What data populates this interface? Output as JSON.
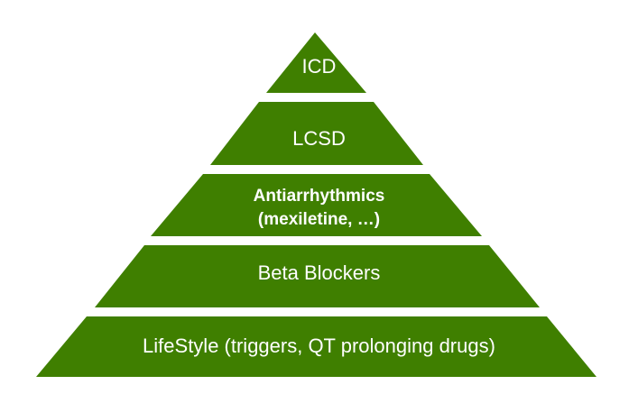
{
  "diagram": {
    "fill_color": "#3f7f00",
    "tiers": [
      {
        "id": "icd",
        "label": "ICD"
      },
      {
        "id": "lcsd",
        "label": "LCSD"
      },
      {
        "id": "antiarrhythmics",
        "label_line1": "Antiarrhythmics",
        "label_line2": "(mexiletine, …)"
      },
      {
        "id": "beta-blockers",
        "label": "Beta Blockers"
      },
      {
        "id": "lifestyle",
        "label": "LifeStyle (triggers, QT prolonging drugs)"
      }
    ]
  }
}
